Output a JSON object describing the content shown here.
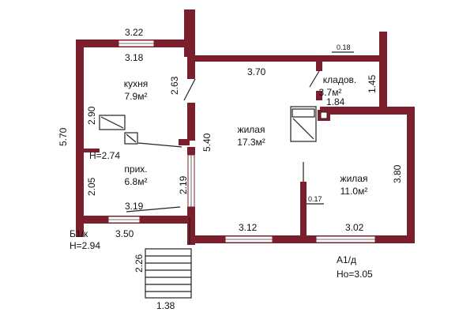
{
  "rooms": {
    "kitchen": {
      "name": "кухня",
      "area": "7.9м²"
    },
    "hall": {
      "name": "прих.",
      "area": "6.8м²"
    },
    "living_main": {
      "name": "жилая",
      "area": "17.3м²"
    },
    "living_right": {
      "name": "жилая",
      "area": "11.0м²"
    },
    "pantry": {
      "name": "кладов.",
      "area": "3.7м²"
    }
  },
  "dimensions": {
    "kitchen_top_outer": "3.22",
    "kitchen_top_inner": "3.18",
    "left_height": "5.70",
    "kitchen_height": "2.90",
    "kitchen_door_side": "2.63",
    "hall_height": "2.05",
    "hall_inner_right": "2.19",
    "hall_bottom": "3.19",
    "entrance_width": "3.50",
    "living_top": "3.70",
    "living_side": "5.40",
    "living_bottom": "3.12",
    "pantry_width": "1.84",
    "pantry_height": "1.45",
    "top_wall_thickness": "0.18",
    "partition_thickness": "0.17",
    "right_room_height": "3.80",
    "right_room_bottom": "3.02",
    "stairs_length": "2.26",
    "stairs_width": "1.38"
  },
  "notes": {
    "ceiling_h": "H=2.74",
    "balcony_label": "Б1/к",
    "balcony_height": "H=2.94",
    "level_label": "А1/д",
    "level_height": "Ho=3.05"
  }
}
